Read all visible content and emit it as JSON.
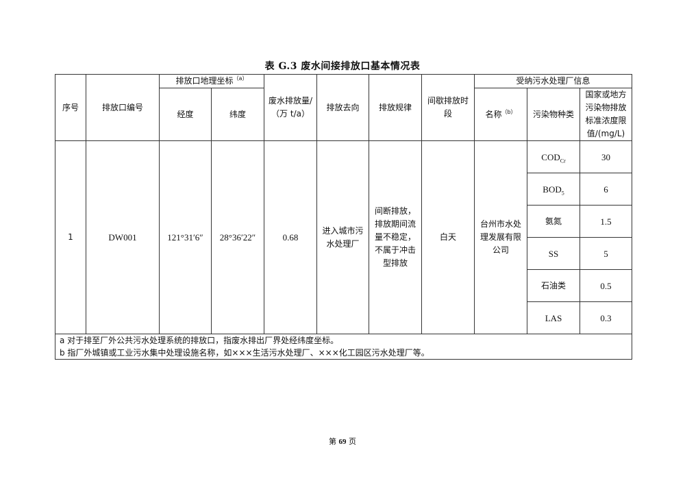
{
  "title": "表 G.3 废水间接排放口基本情况表",
  "headers": {
    "seq": "序号",
    "outlet_code": "排放口编号",
    "geo_coords": "排放口地理坐标",
    "geo_coords_note": "（a）",
    "longitude": "经度",
    "latitude": "纬度",
    "discharge_volume": "废水排放量/（万 t/a）",
    "destination": "排放去向",
    "pattern": "排放规律",
    "intermittent_period": "间歇排放时段",
    "receiving_plant": "受纳污水处理厂信息",
    "plant_name": "名称",
    "plant_name_note": "（b）",
    "pollutant_type": "污染物种类",
    "limit": "国家或地方污染物排放标准浓度限值/(mg/L)"
  },
  "row": {
    "seq": "1",
    "outlet_code": "DW001",
    "longitude": "121°31′6″",
    "latitude": "28°36′22″",
    "discharge_volume": "0.68",
    "destination": "进入城市污水处理厂",
    "pattern": "间断排放，排放期间流量不稳定，不属于冲击型排放",
    "intermittent_period": "白天",
    "plant_name": "台州市水处理发展有限公司"
  },
  "pollutants": [
    {
      "name": "COD",
      "sub": "Cr",
      "limit": "30"
    },
    {
      "name": "BOD",
      "sub": "5",
      "limit": "6"
    },
    {
      "name": "氨氮",
      "sub": "",
      "limit": "1.5"
    },
    {
      "name": "SS",
      "sub": "",
      "limit": "5"
    },
    {
      "name": "石油类",
      "sub": "",
      "limit": "0.5"
    },
    {
      "name": "LAS",
      "sub": "",
      "limit": "0.3"
    }
  ],
  "notes": {
    "a": "a 对于排至厂外公共污水处理系统的排放口，指废水排出厂界处经纬度坐标。",
    "b": "b 指厂外城镇或工业污水集中处理设施名称，如×××生活污水处理厂、×××化工园区污水处理厂等。"
  },
  "footer": {
    "prefix": "第",
    "page_number": "69",
    "suffix": "页"
  }
}
